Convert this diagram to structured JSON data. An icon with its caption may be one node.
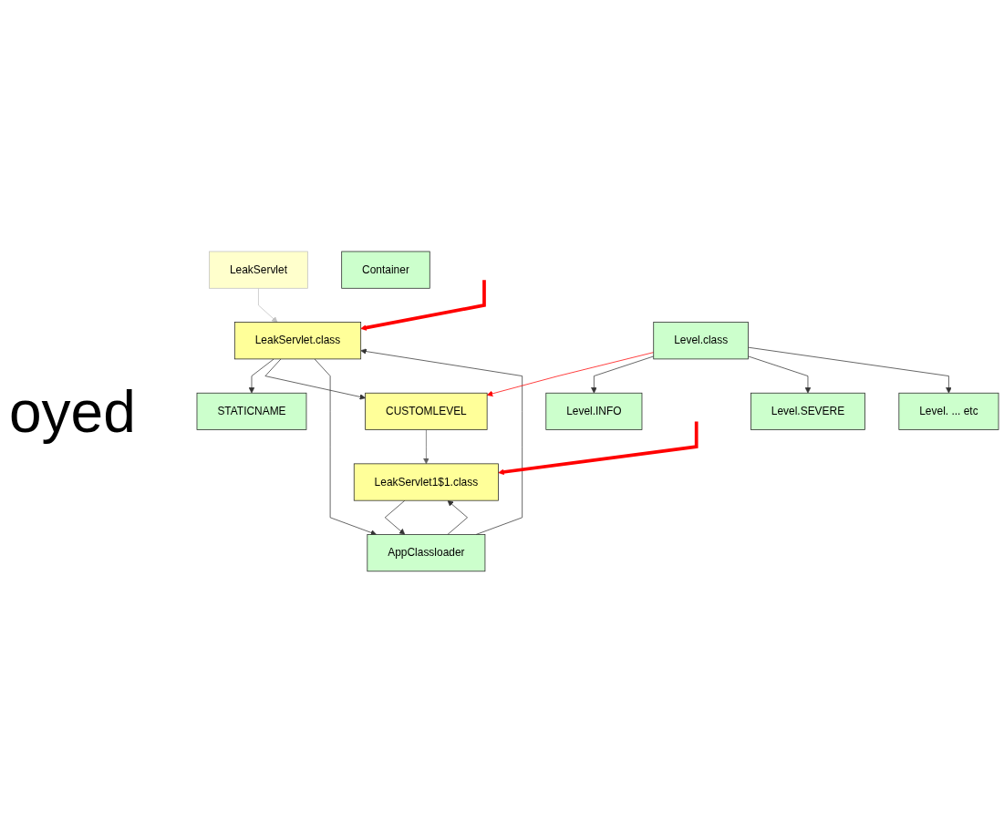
{
  "diagram": {
    "nodes": [
      {
        "text": [
          "LeakServlet"
        ]
      },
      {
        "text": [
          "STATICNAME"
        ]
      },
      {
        "text": [
          "LeakServlet.class"
        ]
      },
      {
        "text": [
          "CUSTOMLEVEL"
        ]
      },
      {
        "text": [
          "Container"
        ]
      },
      {
        "text": [
          "AppClassloader"
        ]
      },
      {
        "text": [
          "LeakServlet1$1.class"
        ]
      },
      {
        "text": [
          "Level.class"
        ]
      },
      {
        "text": [
          "Level.INFO"
        ]
      },
      {
        "text": [
          "Level.SEVERE"
        ]
      },
      {
        "text": [
          "Level. ... etc"
        ]
      }
    ],
    "edges": [
      {
        "from": 0,
        "to": 2,
        "arrow": "to",
        "color": "#c0c0c0"
      },
      {
        "from": 2,
        "to": 1,
        "arrow": "to"
      },
      {
        "from": 2,
        "to": 3,
        "arrow": "to"
      },
      {
        "from": 2,
        "to": 5,
        "arrow": "to"
      },
      {
        "from": 5,
        "to": 2,
        "arrow": "to"
      },
      {
        "from": 3,
        "to": 6,
        "arrow": "to",
        "color": "#606060"
      },
      {
        "from": 5,
        "to": 6,
        "arrow": "to"
      },
      {
        "from": 6,
        "to": 5,
        "arrow": "to"
      },
      {
        "from": 7,
        "to": 3,
        "arrow": "to",
        "color": "#ff0000"
      },
      {
        "from": 7,
        "to": 8,
        "arrow": "to"
      },
      {
        "from": 7,
        "to": 9,
        "arrow": "to"
      },
      {
        "from": 7,
        "to": 10,
        "arrow": "to"
      },
      {
        "from": null,
        "to": 2,
        "arrow": "to",
        "style": "thick",
        "color": "#ff0000"
      },
      {
        "from": null,
        "to": 6,
        "arrow": "to",
        "style": "thick",
        "color": "#ff0000"
      }
    ],
    "labels": [
      "oyed"
    ]
  }
}
